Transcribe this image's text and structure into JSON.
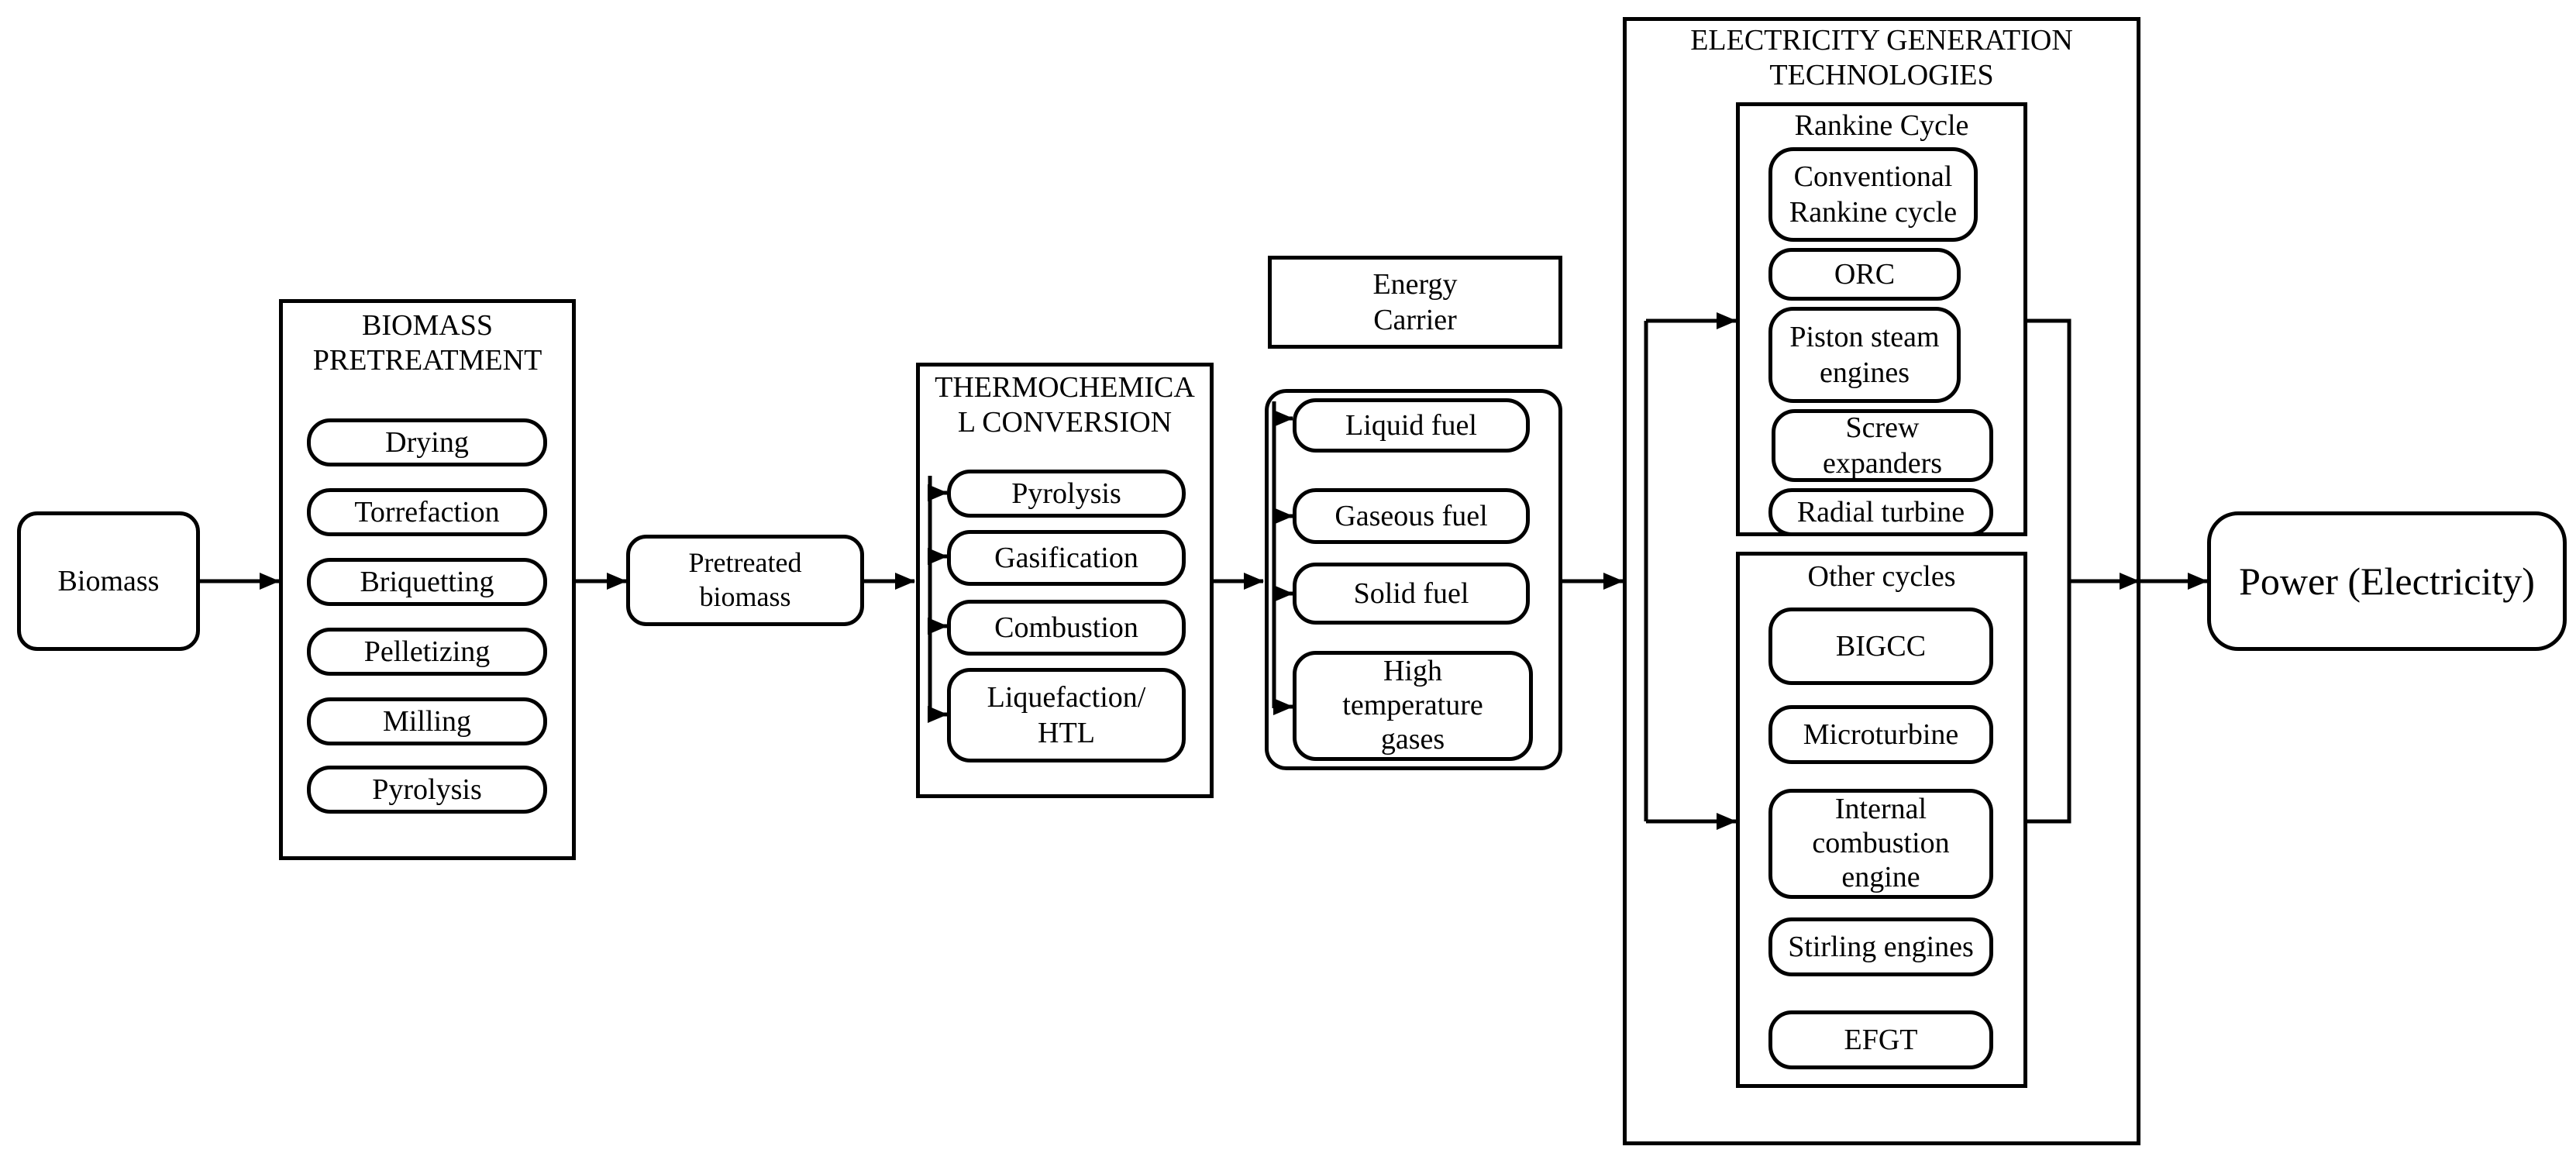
{
  "nodes": {
    "biomass": "Biomass",
    "pretreated": "Pretreated\nbiomass",
    "power": "Power (Electricity)"
  },
  "pretreatment": {
    "title": "BIOMASS\nPRETREATMENT",
    "items": [
      "Drying",
      "Torrefaction",
      "Briquetting",
      "Pelletizing",
      "Milling",
      "Pyrolysis"
    ]
  },
  "thermochemical": {
    "title": "THERMOCHEMICA\nL CONVERSION",
    "items": [
      "Pyrolysis",
      "Gasification",
      "Combustion",
      "Liquefaction/\nHTL"
    ]
  },
  "energy_carrier": {
    "title": "Energy\nCarrier",
    "items": [
      "Liquid fuel",
      "Gaseous fuel",
      "Solid fuel",
      "High\ntemperature\ngases"
    ]
  },
  "electricity": {
    "title": "ELECTRICITY GENERATION\nTECHNOLOGIES",
    "rankine": {
      "title": "Rankine Cycle",
      "items": [
        "Conventional\nRankine cycle",
        "ORC",
        "Piston steam\nengines",
        "Screw\nexpanders",
        "Radial turbine"
      ]
    },
    "other": {
      "title": "Other cycles",
      "items": [
        "BIGCC",
        "Microturbine",
        "Internal\ncombustion\nengine",
        "Stirling engines",
        "EFGT"
      ]
    }
  }
}
